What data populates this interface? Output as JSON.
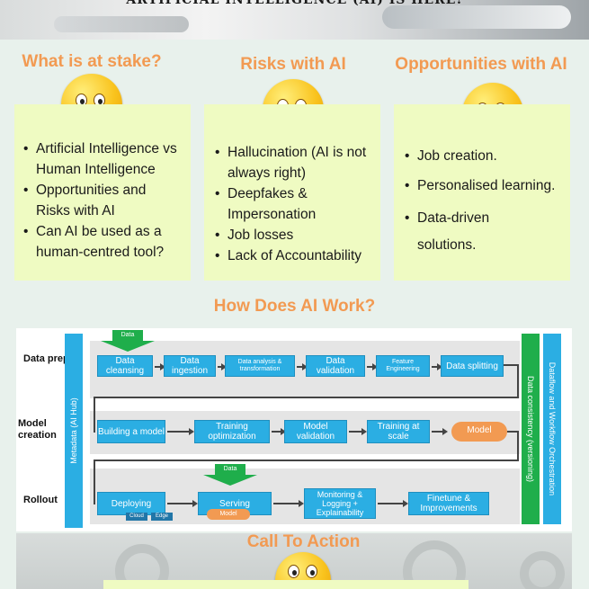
{
  "banner": {
    "title": "ARTIFICIAL INTELLIGENCE (AI) IS HERE!"
  },
  "sections": {
    "stake": {
      "heading": "What is at stake?",
      "items": [
        "Artificial Intelligence vs Human Intelligence",
        "Opportunities and Risks with AI",
        "Can AI be used as a human-centred tool?"
      ]
    },
    "risks": {
      "heading": "Risks with AI",
      "items": [
        "Hallucination (AI is not always right)",
        "Deepfakes & Impersonation",
        "Job losses",
        "Lack of Accountability"
      ]
    },
    "opportunities": {
      "heading": "Opportunities with AI",
      "items": [
        "Job creation.",
        "Personalised learning.",
        "Data-driven solutions."
      ]
    }
  },
  "how": {
    "heading": "How Does AI Work?",
    "rows": {
      "prep": {
        "label": "Data prep",
        "nodes": [
          "Data cleansing",
          "Data ingestion",
          "Data analysis & transformation",
          "Data validation",
          "Feature Engineering",
          "Data splitting"
        ],
        "data_tag": "Data"
      },
      "model": {
        "label": "Model creation",
        "nodes": [
          "Building a model",
          "Training optimization",
          "Model validation",
          "Training at scale"
        ],
        "output": "Model"
      },
      "rollout": {
        "label": "Rollout",
        "nodes": [
          "Deploying",
          "Serving",
          "Monitoring & Logging + Explainability",
          "Finetune & Improvements"
        ],
        "data_tag": "Data",
        "serving_pill": "Model",
        "cloud": "Cloud",
        "edge": "Edge"
      }
    },
    "bars": {
      "left": "Metadata (AI Hub)",
      "consistency": "Data consistency (versioning)",
      "orchestration": "Dataflow and Workflow Orchestration"
    }
  },
  "cta": {
    "heading": "Call To Action"
  },
  "colors": {
    "heading": "#f29a52",
    "card": "#effbc2",
    "node": "#2baee3",
    "green": "#1fae4b"
  }
}
